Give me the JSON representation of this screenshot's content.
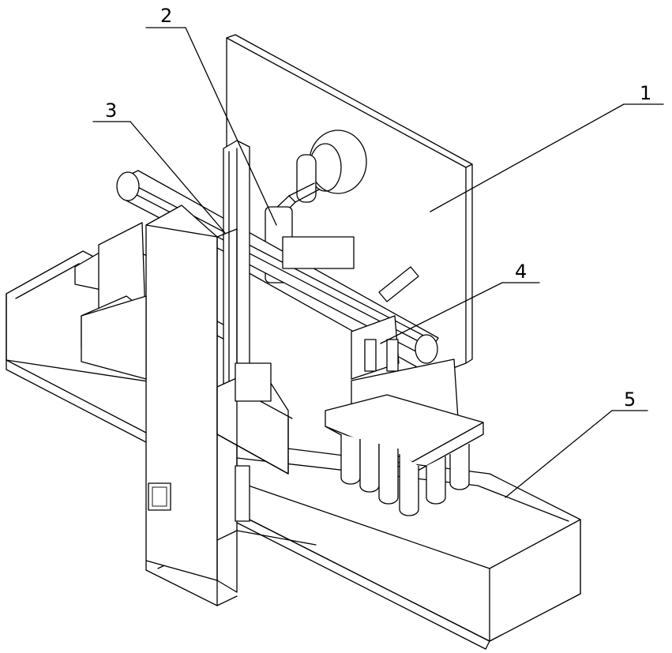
{
  "labels": [
    {
      "text": "1"
    },
    {
      "text": "2"
    },
    {
      "text": "3"
    },
    {
      "text": "4"
    },
    {
      "text": "5"
    }
  ]
}
